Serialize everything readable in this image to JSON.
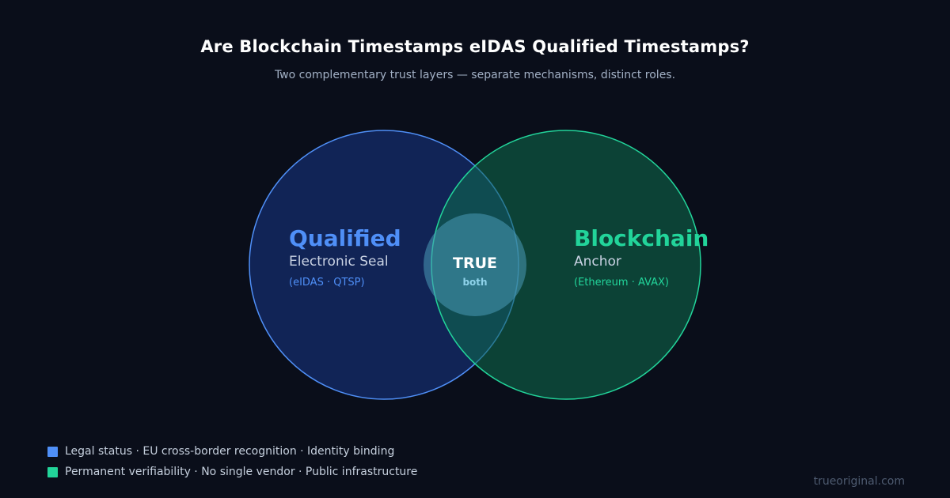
{
  "title": "Are Blockchain Timestamps eIDAS Qualified Timestamps?",
  "subtitle": "Two complementary trust layers — separate mechanisms, distinct roles.",
  "left_set": {
    "heading": "Qualified",
    "subheading": "Electronic Seal",
    "detail": "(eIDAS · QTSP)",
    "color": "#4f8ff7"
  },
  "right_set": {
    "heading": "Blockchain",
    "subheading": "Anchor",
    "detail": "(Ethereum · AVAX)",
    "color": "#22d49a"
  },
  "overlap": {
    "label": "TRUE",
    "sublabel": "both"
  },
  "legend": [
    {
      "color": "#4f8ff7",
      "text": "Legal status · EU cross-border recognition · Identity binding"
    },
    {
      "color": "#22d49a",
      "text": "Permanent verifiability · No single vendor · Public infrastructure"
    }
  ],
  "footer": "trueoriginal.com"
}
